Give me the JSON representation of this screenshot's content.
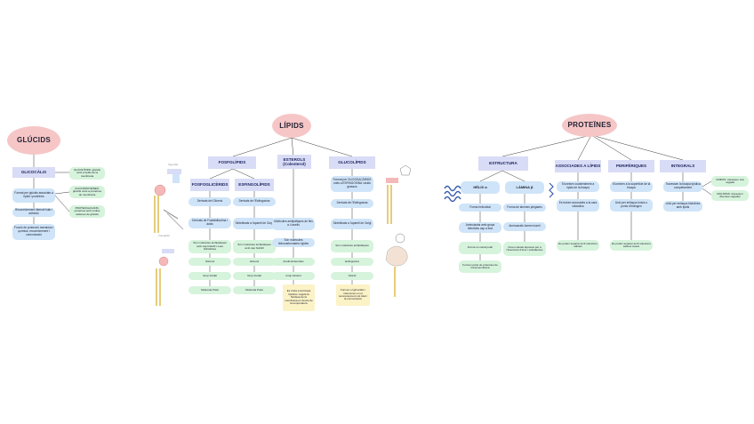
{
  "glucids": {
    "title": "GLÚCIDS",
    "glicocalix": "GLICOCÀLIX",
    "nodes": [
      "Format per glúcids associats a lípids i proteïnes",
      "Reconeixement intercel·lular i adhesió",
      "Funció de protecció mecànica i química, reconeixement i comunicació"
    ],
    "types": [
      "GLICOLÍPIDS: glúcids units a lípids de la membrana",
      "GLICOPROTEÏNES: glúcids units a proteïnes de membrana",
      "PROTEOGLICANS: proteïnes amb moltes cadenes de glúcids"
    ]
  },
  "lipids": {
    "title": "LÍPIDS",
    "fosfolipids": {
      "title": "FOSFOLÍPIDS",
      "fosfoglicerids": {
        "title": "FOSFOGLICÈRIDS",
        "nodes": [
          "Derivats del Glicerol",
          "Derivats de Fosfatidilcolina i àcids",
          "Són molècules amfipàtiques amb cap hidròfil i cues hidròfobes",
          "Glicerol",
          "Grup Fosfat",
          "Molècula Polar"
        ]
      },
      "esfingolipids": {
        "title": "ESFINGOLÍPIDS",
        "nodes": [
          "Derivats de l'Esfingosina",
          "Sintetitzats a l'aparell de Golgi",
          "Són molècules amfipàtiques amb cap hidròfil",
          "Glicerol",
          "Grup Fosfat",
          "Molècula Polar"
        ]
      }
    },
    "esterols": {
      "title": "ESTEROLS (Colesterol)",
      "nodes": [
        "Molècules amfipàtiques de fins a 4 anells",
        "Són molècules hidrocarbonades rígides",
        "Anells Esteroides",
        "Grup Alcohol"
      ],
      "note": "Es troba a la bicapa lipídica i regula la fluïdesa de la membrana en funció de la temperatura"
    },
    "glucolipids": {
      "title": "GLUCOLÍPIDS",
      "nodes": [
        "Format per OLIGOSACÀRIDS units a ESFINGOSINA i àcids grassos",
        "Derivats de l'Esfingosina",
        "Sintetitzats a l'aparell de Golgi",
        "Són molècules amfipàtiques",
        "Esfingosina",
        "Glúcid"
      ],
      "note": "Formen el glicocàlix i intervenen en el reconeixement cel·lular i la comunicació"
    }
  },
  "proteines": {
    "title": "PROTEÏNES",
    "estructura": {
      "title": "ESTRUCTURA",
      "helix": {
        "title": "HÈLIX α",
        "nodes": [
          "Forma helicoïdal",
          "Aminoàcids amb grups hidròfobs cap a fora",
          "Forma un canal polar",
          "Formen parts de proteïnes de transmembrana"
        ]
      },
      "lamina": {
        "title": "LÀMINA β",
        "nodes": [
          "Forma de làmines plegades",
          "Aminoàcids formen barril",
          "Creen canals aquosos per a l'intercanvi d'ions i substàncies"
        ]
      }
    },
    "associades": {
      "title": "ASSOCIADES A LÍPIDS",
      "nodes": [
        "S'uneixen covalentment a lípids de la bicapa",
        "Es troben ancorades a la cara citosòlica",
        "Es poden separar amb solucions salines"
      ]
    },
    "periferiques": {
      "title": "PERIFÈRIQUES",
      "nodes": [
        "S'uneixen a la superfície de la bicapa",
        "Unió per enllaços iònics o ponts d'hidrogen",
        "Es poden separar amb solucions salines suaus"
      ]
    },
    "integrals": {
      "title": "INTEGRALS",
      "nodes": [
        "Travessen la bicapa lipídica completament",
        "Unió per enllaços hidròfobs amb lípids"
      ],
      "types": [
        "UNIPAS: travessen una vegada",
        "MULTIPAS: travessen diverses vegades"
      ]
    }
  },
  "diagram_labels": {
    "label_a": "Cap polar",
    "label_b": "Cua apolar"
  },
  "colors": {
    "oval": "#f6c6c6",
    "header": "#d9dcf6",
    "blue": "#cfe4f8",
    "green": "#d6f3dc",
    "yellow": "#fbf2c6",
    "line": "#3b3b3b"
  }
}
